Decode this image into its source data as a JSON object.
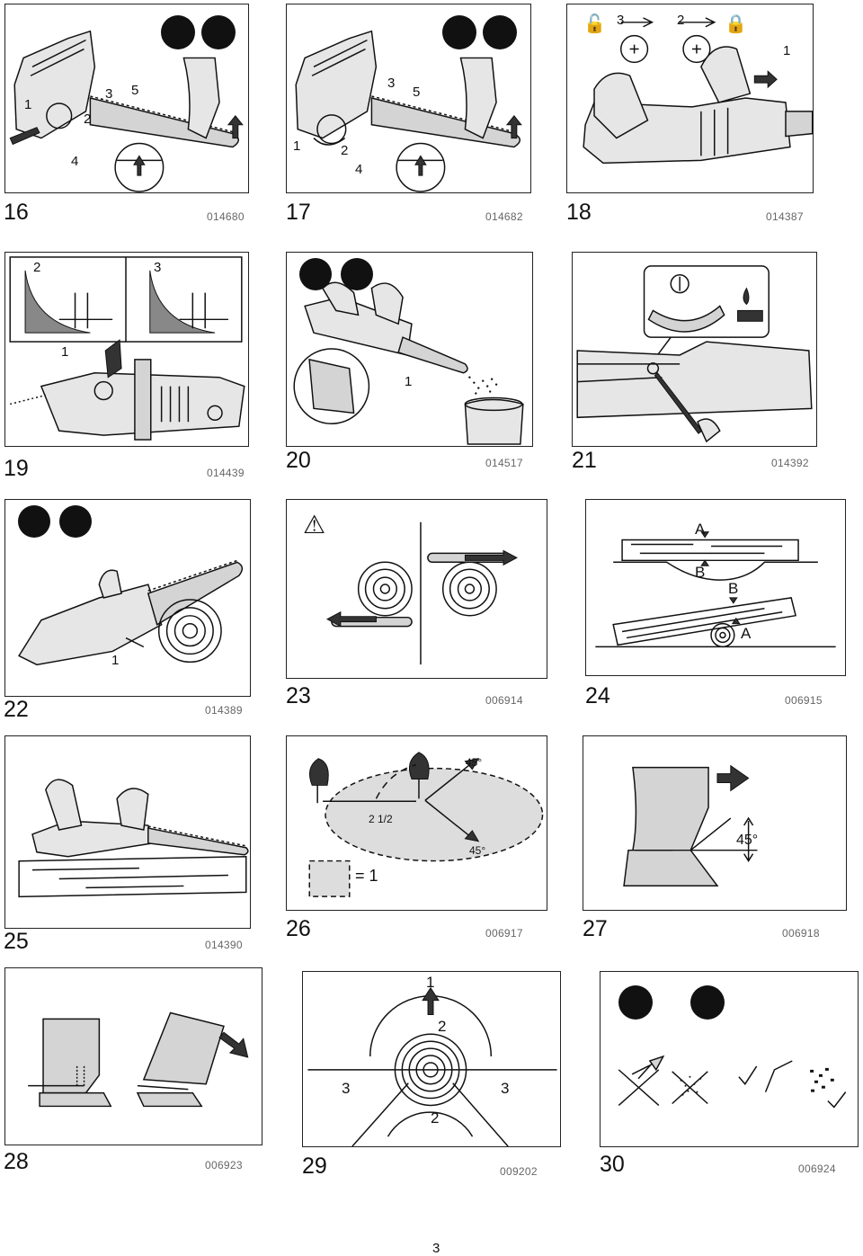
{
  "page_number": "3",
  "figures": [
    {
      "number": "16",
      "code": "014680",
      "callouts": [
        "1",
        "2",
        "3",
        "4",
        "5"
      ]
    },
    {
      "number": "17",
      "code": "014682",
      "callouts": [
        "1",
        "2",
        "3",
        "4",
        "5"
      ]
    },
    {
      "number": "18",
      "code": "014387",
      "callouts": [
        "1",
        "2",
        "3"
      ]
    },
    {
      "number": "19",
      "code": "014439",
      "callouts": [
        "1",
        "2",
        "3"
      ]
    },
    {
      "number": "20",
      "code": "014517",
      "callouts": [
        "1"
      ]
    },
    {
      "number": "21",
      "code": "014392",
      "callouts": []
    },
    {
      "number": "22",
      "code": "014389",
      "callouts": [
        "1"
      ]
    },
    {
      "number": "23",
      "code": "006914",
      "callouts": []
    },
    {
      "number": "24",
      "code": "006915",
      "callouts": [
        "A",
        "B",
        "B",
        "A"
      ]
    },
    {
      "number": "25",
      "code": "014390",
      "callouts": []
    },
    {
      "number": "26",
      "code": "006917",
      "callouts": [
        "45°",
        "2 1/2",
        "45°",
        "= 1"
      ]
    },
    {
      "number": "27",
      "code": "006918",
      "callouts": [
        "45°"
      ]
    },
    {
      "number": "28",
      "code": "006923",
      "callouts": []
    },
    {
      "number": "29",
      "code": "009202",
      "callouts": [
        "1",
        "2",
        "3",
        "3",
        "2"
      ]
    },
    {
      "number": "30",
      "code": "006924",
      "callouts": []
    }
  ],
  "icons": [
    "unplug-icon",
    "gloves-icon",
    "helmet-goggles-icon",
    "warning-icon",
    "lock-icon",
    "unlock-icon",
    "check-icon",
    "cross-icon",
    "oil-drop-icon"
  ],
  "colors": {
    "ink": "#111111",
    "panel_fill": "#d4d4d4",
    "code_text": "#666666"
  }
}
